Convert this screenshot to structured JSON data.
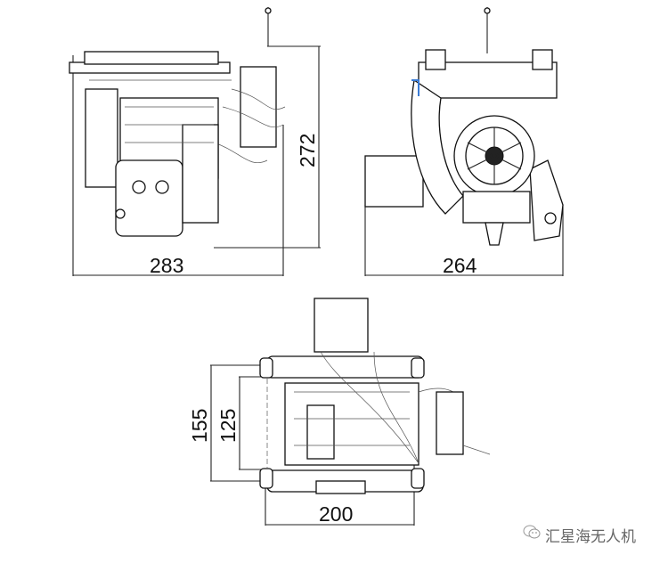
{
  "drawing": {
    "front_view": {
      "width_label": "283",
      "height_label": "272"
    },
    "side_view": {
      "width_label": "264"
    },
    "top_view": {
      "width_label": "200",
      "outer_span_label": "155",
      "inner_span_label": "125"
    }
  },
  "watermark": {
    "text": "汇星海无人机",
    "icon": "wechat-icon"
  }
}
